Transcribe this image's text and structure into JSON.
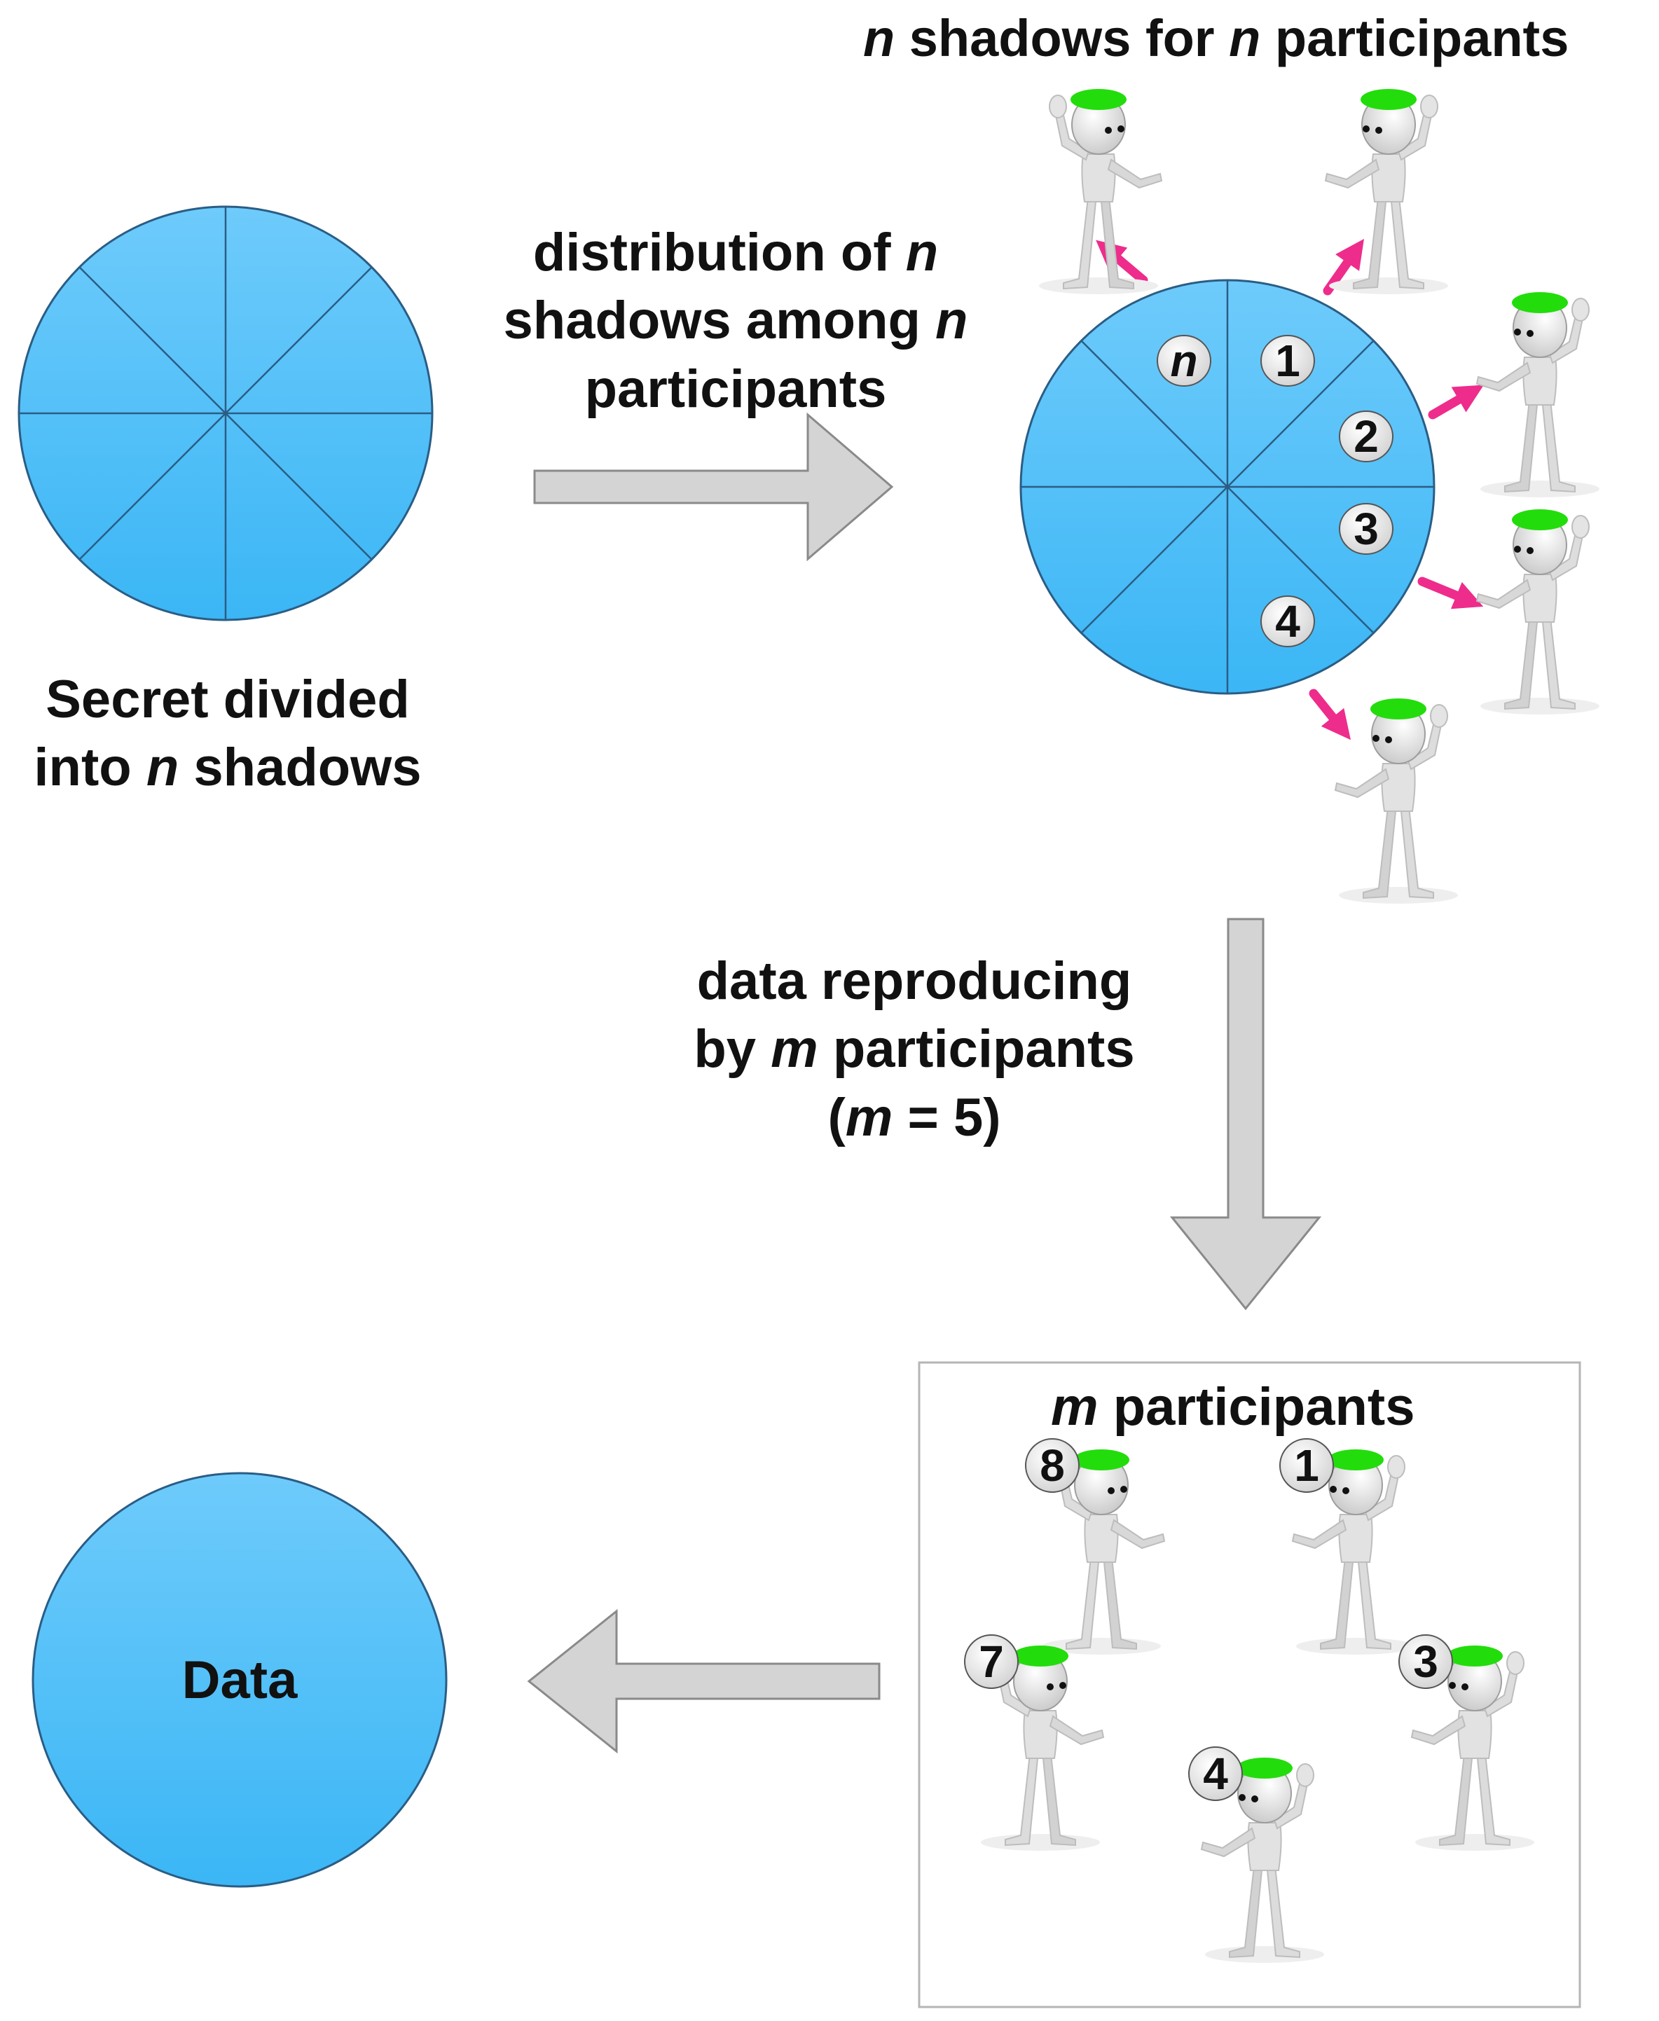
{
  "labels": {
    "top_title": {
      "pre_italic": "n",
      "mid": " shadows for ",
      "post_italic": "n",
      "end": " participants"
    },
    "secret": {
      "line1": "Secret divided",
      "line2_pre": "into ",
      "line2_italic": "n",
      "line2_end": " shadows"
    },
    "distribution": {
      "line1_pre": "distribution of ",
      "line1_italic": "n",
      "line2_pre": "shadows among ",
      "line2_italic": "n",
      "line3": "participants"
    },
    "reproducing": {
      "line1": "data reproducing",
      "line2_pre": "by ",
      "line2_italic": "m",
      "line2_end": " participants",
      "line3_pre": "(",
      "line3_italic": "m",
      "line3_end": " = 5)"
    },
    "m_participants": {
      "italic": "m",
      "rest": " participants"
    },
    "data": "Data"
  },
  "shadow_badges": [
    "n",
    "1",
    "2",
    "3",
    "4"
  ],
  "group_badges": [
    "8",
    "1",
    "7",
    "3",
    "4"
  ],
  "colors": {
    "disc_top": "#6ecbfb",
    "disc_bottom": "#3bb6f5",
    "disc_stroke": "#2a5d85",
    "arrow_fill": "#d4d4d4",
    "arrow_stroke": "#8a8a8a",
    "pink": "#ee2c8c",
    "cap": "#22dd0b",
    "figure": "#e0e0e0",
    "box_stroke": "#b5b5b5"
  }
}
